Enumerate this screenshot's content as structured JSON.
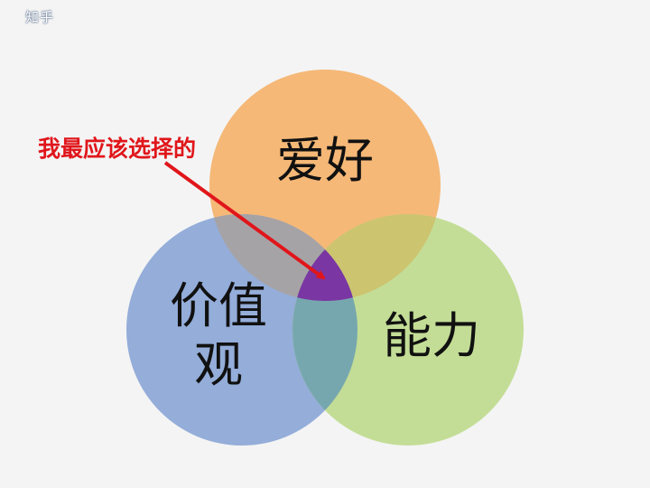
{
  "watermark": {
    "text": "知乎"
  },
  "diagram": {
    "circles": [
      {
        "id": "hobby",
        "label": "爱好",
        "color": "#f5b877"
      },
      {
        "id": "values",
        "label_lines": [
          "价值",
          "观"
        ],
        "color": "#94add9"
      },
      {
        "id": "ability",
        "label": "能力",
        "color": "#c3dd96"
      }
    ],
    "center_color": "#7a36a3",
    "callout": {
      "text": "我最应该选择的",
      "color": "#e0161b"
    }
  }
}
